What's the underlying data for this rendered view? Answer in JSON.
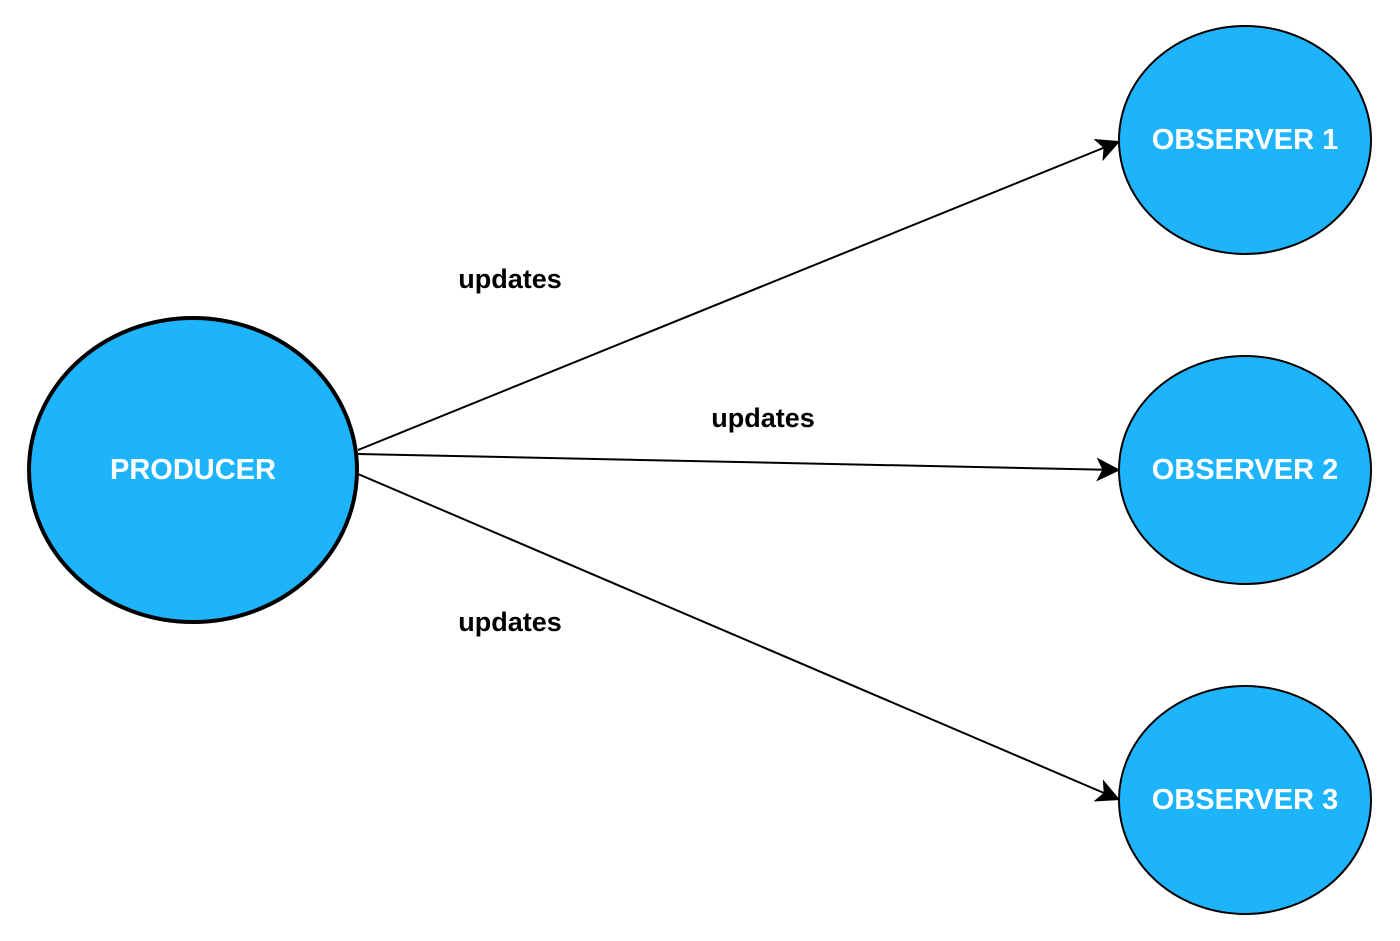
{
  "colors": {
    "node_fill": "#1eb4fc",
    "node_stroke": "#000000",
    "edge_stroke": "#000000",
    "background": "#ffffff"
  },
  "nodes": {
    "producer": {
      "label": "PRODUCER"
    },
    "observer_1": {
      "label": "OBSERVER 1"
    },
    "observer_2": {
      "label": "OBSERVER 2"
    },
    "observer_3": {
      "label": "OBSERVER 3"
    }
  },
  "edges": [
    {
      "from": "producer",
      "to": "observer_1",
      "label": "updates"
    },
    {
      "from": "producer",
      "to": "observer_2",
      "label": "updates"
    },
    {
      "from": "producer",
      "to": "observer_3",
      "label": "updates"
    }
  ]
}
